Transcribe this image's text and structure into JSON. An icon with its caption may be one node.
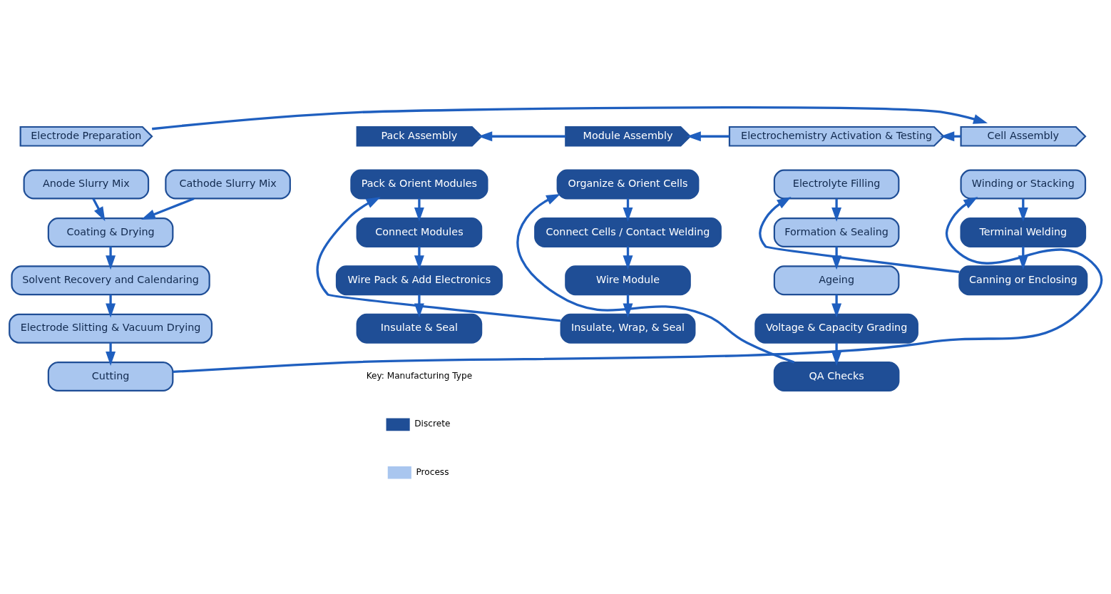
{
  "diagram": {
    "nodes": [
      {
        "text": [
          "Electrode Preparation"
        ]
      },
      {
        "text": [
          "Anode Slurry Mix"
        ]
      },
      {
        "text": [
          "Cathode Slurry Mix"
        ]
      },
      {
        "text": [
          "Coating & Drying"
        ]
      },
      {
        "text": [
          "Solvent Recovery and Calendaring"
        ]
      },
      {
        "text": [
          "Electrode Slitting & Vacuum Drying"
        ]
      },
      {
        "text": [
          "Cutting"
        ]
      },
      {
        "text": [
          "Cell Assembly"
        ]
      },
      {
        "text": [
          "Winding or Stacking"
        ]
      },
      {
        "text": [
          "Terminal Welding"
        ]
      },
      {
        "text": [
          "Canning or Enclosing"
        ]
      },
      {
        "text": [
          "Electrochemistry Activation & Testing"
        ]
      },
      {
        "text": [
          "Electrolyte Filling"
        ]
      },
      {
        "text": [
          "Formation & Sealing"
        ]
      },
      {
        "text": [
          "Ageing"
        ]
      },
      {
        "text": [
          "Voltage & Capacity Grading"
        ]
      },
      {
        "text": [
          "QA Checks"
        ]
      },
      {
        "text": [
          "Module Assembly"
        ]
      },
      {
        "text": [
          "Organize & Orient Cells"
        ]
      },
      {
        "text": [
          "Connect Cells / Contact Welding"
        ]
      },
      {
        "text": [
          "Wire Module"
        ]
      },
      {
        "text": [
          "Insulate, Wrap, & Seal"
        ]
      },
      {
        "text": [
          "Pack Assembly"
        ]
      },
      {
        "text": [
          "Pack & Orient Modules"
        ]
      },
      {
        "text": [
          "Connect Modules"
        ]
      },
      {
        "text": [
          "Wire Pack & Add Electronics"
        ]
      },
      {
        "text": [
          "Insulate & Seal"
        ]
      }
    ],
    "edges": [
      {
        "from": 0,
        "to": 7,
        "arrow": "to"
      },
      {
        "from": 7,
        "to": 11,
        "arrow": "to"
      },
      {
        "from": 11,
        "to": 17,
        "arrow": "to"
      },
      {
        "from": 17,
        "to": 22,
        "arrow": "to"
      },
      {
        "from": 1,
        "to": 3,
        "arrow": "to"
      },
      {
        "from": 2,
        "to": 3,
        "arrow": "to"
      },
      {
        "from": 3,
        "to": 4,
        "arrow": "to"
      },
      {
        "from": 4,
        "to": 5,
        "arrow": "to"
      },
      {
        "from": 5,
        "to": 6,
        "arrow": "to"
      },
      {
        "from": 6,
        "to": 8,
        "arrow": "to"
      },
      {
        "from": 8,
        "to": 9,
        "arrow": "to"
      },
      {
        "from": 9,
        "to": 10,
        "arrow": "to"
      },
      {
        "from": 10,
        "to": 12,
        "arrow": "to"
      },
      {
        "from": 12,
        "to": 13,
        "arrow": "to"
      },
      {
        "from": 13,
        "to": 14,
        "arrow": "to"
      },
      {
        "from": 14,
        "to": 15,
        "arrow": "to"
      },
      {
        "from": 15,
        "to": 16,
        "arrow": "to"
      },
      {
        "from": 16,
        "to": 18,
        "arrow": "to"
      },
      {
        "from": 18,
        "to": 19,
        "arrow": "to"
      },
      {
        "from": 19,
        "to": 20,
        "arrow": "to"
      },
      {
        "from": 20,
        "to": 21,
        "arrow": "to"
      },
      {
        "from": 21,
        "to": 23,
        "arrow": "to"
      },
      {
        "from": 23,
        "to": 24,
        "arrow": "to"
      },
      {
        "from": 24,
        "to": 25,
        "arrow": "to"
      },
      {
        "from": 25,
        "to": 26,
        "arrow": "to"
      }
    ],
    "labels": [
      "Key: Manufacturing Type"
    ],
    "legend": [
      {
        "text": "Discrete",
        "color": "#1f4e96"
      },
      {
        "text": "Process",
        "color": "#a9c6ef"
      }
    ]
  }
}
